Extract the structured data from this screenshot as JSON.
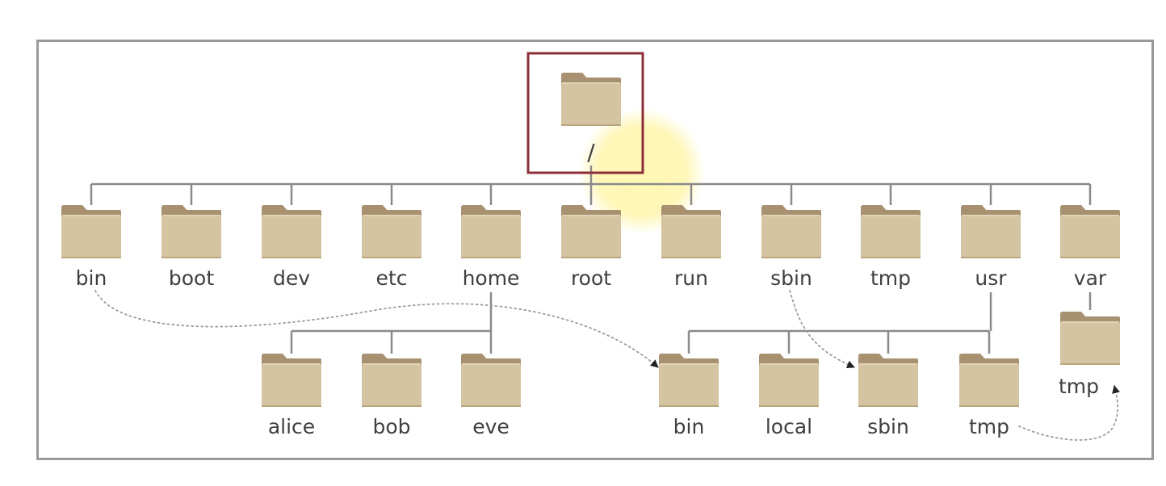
{
  "root": {
    "label": "/",
    "icon": "folder-icon"
  },
  "top_level": [
    "bin",
    "boot",
    "dev",
    "etc",
    "home",
    "root",
    "run",
    "sbin",
    "tmp",
    "usr",
    "var"
  ],
  "home_children": [
    "alice",
    "bob",
    "eve"
  ],
  "usr_children": [
    "bin",
    "local",
    "sbin",
    "tmp"
  ],
  "var_children": [
    "tmp"
  ],
  "symlinks": [
    {
      "from": "bin",
      "to": "usr/bin"
    },
    {
      "from": "sbin",
      "to": "usr/sbin"
    },
    {
      "from": "usr/tmp",
      "to": "var/tmp"
    }
  ],
  "colors": {
    "folder_body": "#d5c4a1",
    "folder_back": "#a89170",
    "highlight_box": "#8c2f39",
    "cursor_glow": "#fff3a0",
    "frame": "#9a9a9a"
  }
}
